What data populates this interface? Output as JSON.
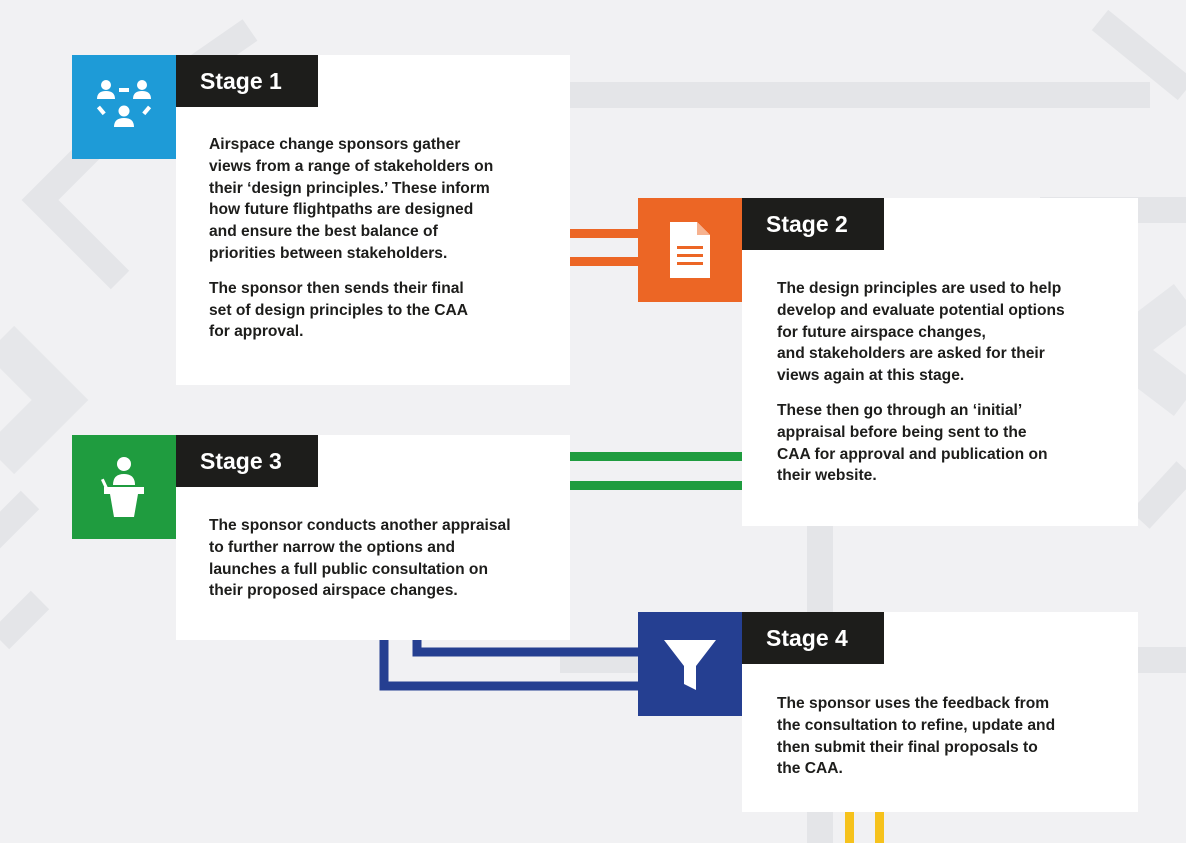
{
  "colors": {
    "stage1": "#1e9bd7",
    "stage2": "#ec6625",
    "stage3": "#1f9c3f",
    "stage4": "#253f91",
    "yellow": "#f6c21c",
    "label_bg": "#1d1d1b"
  },
  "stages": [
    {
      "label": "Stage 1",
      "icon": "people-group-icon",
      "paragraphs": [
        "Airspace change sponsors gather\nviews from a range of stakeholders on\ntheir ‘design principles.’ These inform\nhow future flightpaths are designed\nand ensure the best balance of\npriorities between stakeholders.",
        "The sponsor then sends their final\nset of design principles to the CAA\nfor approval."
      ]
    },
    {
      "label": "Stage 2",
      "icon": "document-icon",
      "paragraphs": [
        "The design principles are used to help\ndevelop and evaluate potential options\nfor future airspace changes,\nand stakeholders are asked for their\nviews again at this stage.",
        "These then go through an ‘initial’\nappraisal before being sent to the\nCAA for approval and publication on\ntheir website."
      ]
    },
    {
      "label": "Stage 3",
      "icon": "speaker-podium-icon",
      "paragraphs": [
        "The sponsor conducts another appraisal\nto further narrow the options and\nlaunches a full public consultation on\ntheir proposed airspace changes."
      ]
    },
    {
      "label": "Stage 4",
      "icon": "funnel-icon",
      "paragraphs": [
        "The sponsor uses the feedback from\nthe consultation to refine, update and\nthen submit their final proposals to\nthe CAA."
      ]
    }
  ]
}
